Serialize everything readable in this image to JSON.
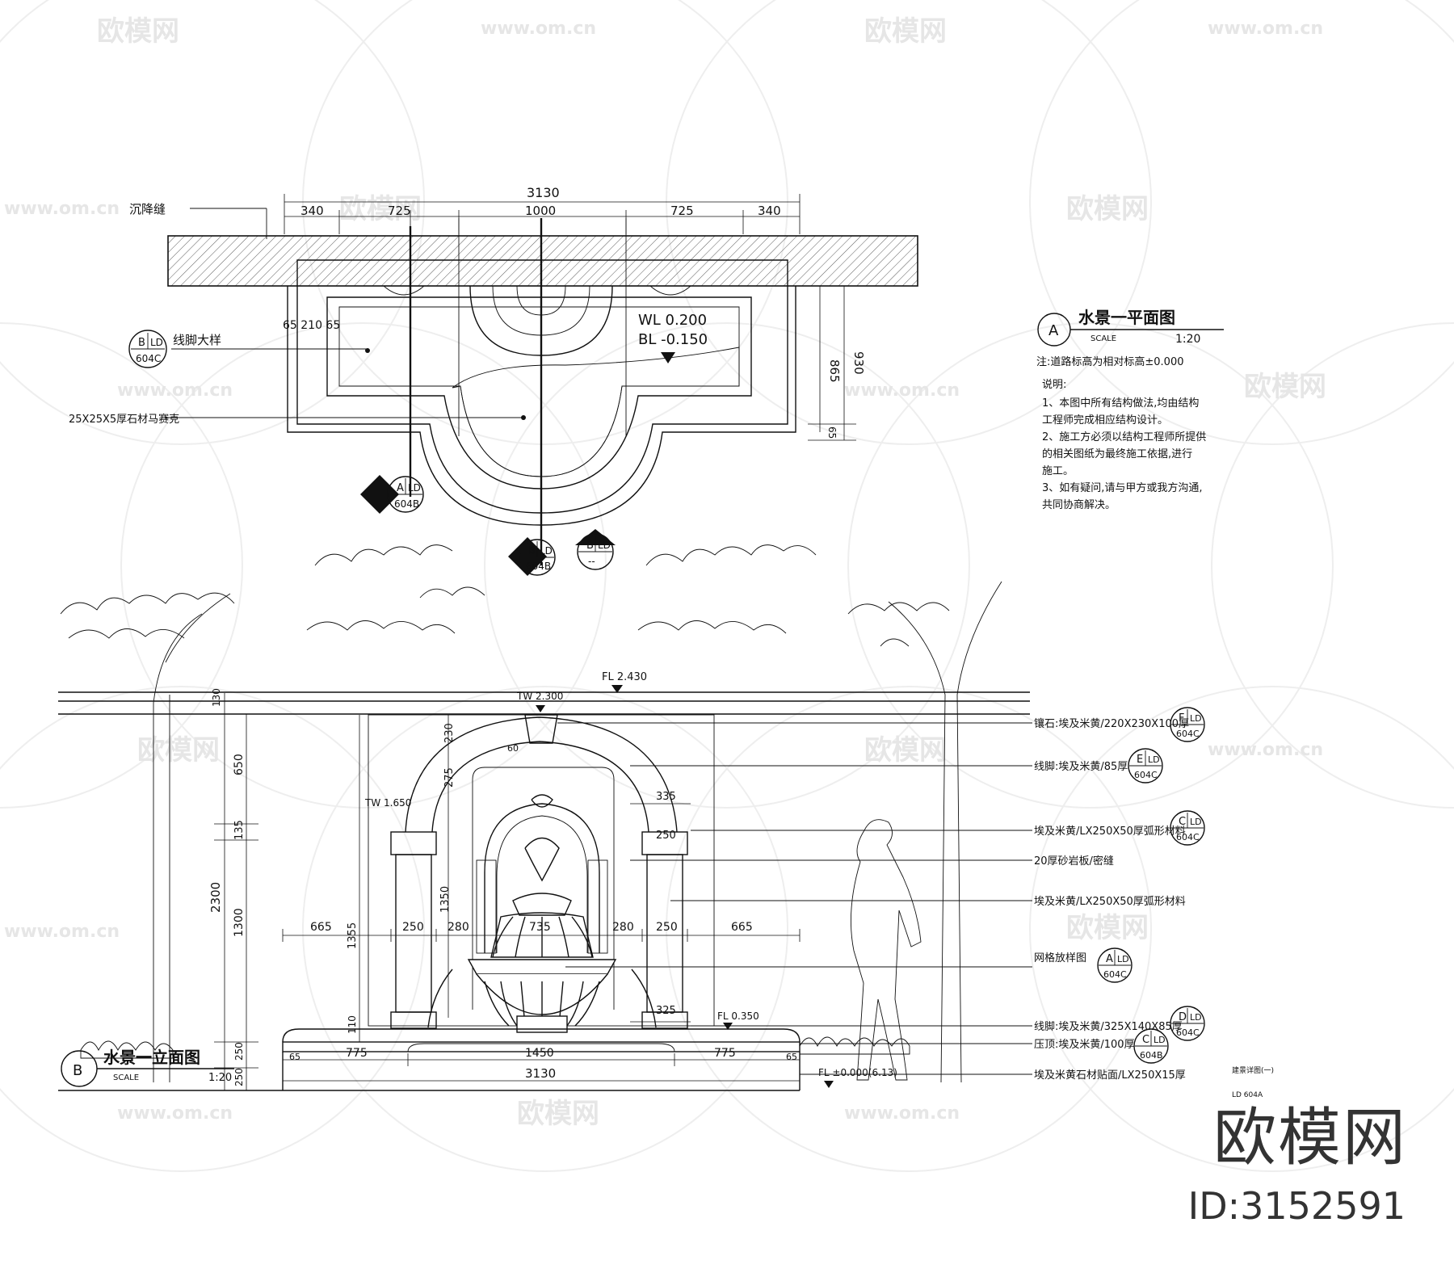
{
  "watermark": {
    "brand": "欧模网",
    "url": "www.om.cn",
    "id_text": "ID:3152591"
  },
  "plan": {
    "title": "水景一平面图",
    "marker": "A",
    "scale_label": "SCALE",
    "scale": "1:20",
    "labels": {
      "settlement_joint": "沉降缝",
      "skirting_detail": "线脚大样",
      "mosaic": "25X25X5厚石材马赛克",
      "wl": "WL 0.200",
      "bl": "BL -0.150"
    },
    "dims": {
      "total": "3130",
      "d340a": "340",
      "d725a": "725",
      "d1000": "1000",
      "d725b": "725",
      "d340b": "340",
      "small": "65 210 65",
      "d865": "865",
      "d930": "930",
      "d65": "65"
    },
    "notes": {
      "road_note": "注:道路标高为相对标高±0.000",
      "heading": "说明:",
      "lines": [
        "1、本图中所有结构做法,均由结构",
        "工程师完成相应结构设计。",
        "2、施工方必须以结构工程师所提供",
        "的相关图纸为最终施工依据,进行",
        "施工。",
        "3、如有疑问,请与甲方或我方沟通,",
        "共同协商解决。"
      ]
    },
    "callouts": {
      "c1": {
        "top": "B",
        "right": "LD",
        "bottom": "604C"
      },
      "c2": {
        "top": "A",
        "right": "LD",
        "bottom": "604B"
      },
      "c3": {
        "top": "B",
        "right": "LD",
        "bottom": "604B"
      },
      "c4": {
        "top": "B",
        "right": "LD",
        "bottom": "--"
      }
    }
  },
  "elevation": {
    "title": "水景一立面图",
    "marker": "B",
    "scale_label": "SCALE",
    "scale": "1:20",
    "levels": {
      "fl_top": "FL 2.430",
      "tw_top": "TW 2.300",
      "tw_mid": "TW 1.650",
      "fl_mid": "FL 0.350",
      "fl_base": "FL ±0.000(6.13)"
    },
    "dims_left": [
      "130",
      "650",
      "135",
      "2300",
      "1300",
      "250",
      "250"
    ],
    "dims_inner": [
      "230",
      "275",
      "1350",
      "1355",
      "110"
    ],
    "dims_pillar": [
      "335",
      "250",
      "325"
    ],
    "dims_h_mid": [
      "665",
      "250",
      "280",
      "735",
      "280",
      "250",
      "665"
    ],
    "dims_bottom": [
      "775",
      "1450",
      "775"
    ],
    "dims_bottom_total": "3130",
    "dims_small": [
      "60",
      "65",
      "65"
    ],
    "annotations": [
      "镶石:埃及米黄/220X230X100厚",
      "线脚:埃及米黄/85厚",
      "埃及米黄/LX250X50厚弧形材料",
      "20厚砂岩板/密缝",
      "埃及米黄/LX250X50厚弧形材料",
      "网格放样图",
      "线脚:埃及米黄/325X140X85厚",
      "压顶:埃及米黄/100厚",
      "埃及米黄石材贴面/LX250X15厚"
    ],
    "callouts": {
      "f": {
        "top": "F",
        "right": "LD",
        "bottom": "604C"
      },
      "e": {
        "top": "E",
        "right": "LD",
        "bottom": "604C"
      },
      "c": {
        "top": "C",
        "right": "LD",
        "bottom": "604C"
      },
      "a": {
        "top": "A",
        "right": "LD",
        "bottom": "604C"
      },
      "d": {
        "top": "D",
        "right": "LD",
        "bottom": "604C"
      },
      "c2": {
        "top": "C",
        "right": "LD",
        "bottom": "604B"
      }
    }
  },
  "sheet": {
    "title": "建景详图(一)",
    "number": "LD 604A"
  }
}
